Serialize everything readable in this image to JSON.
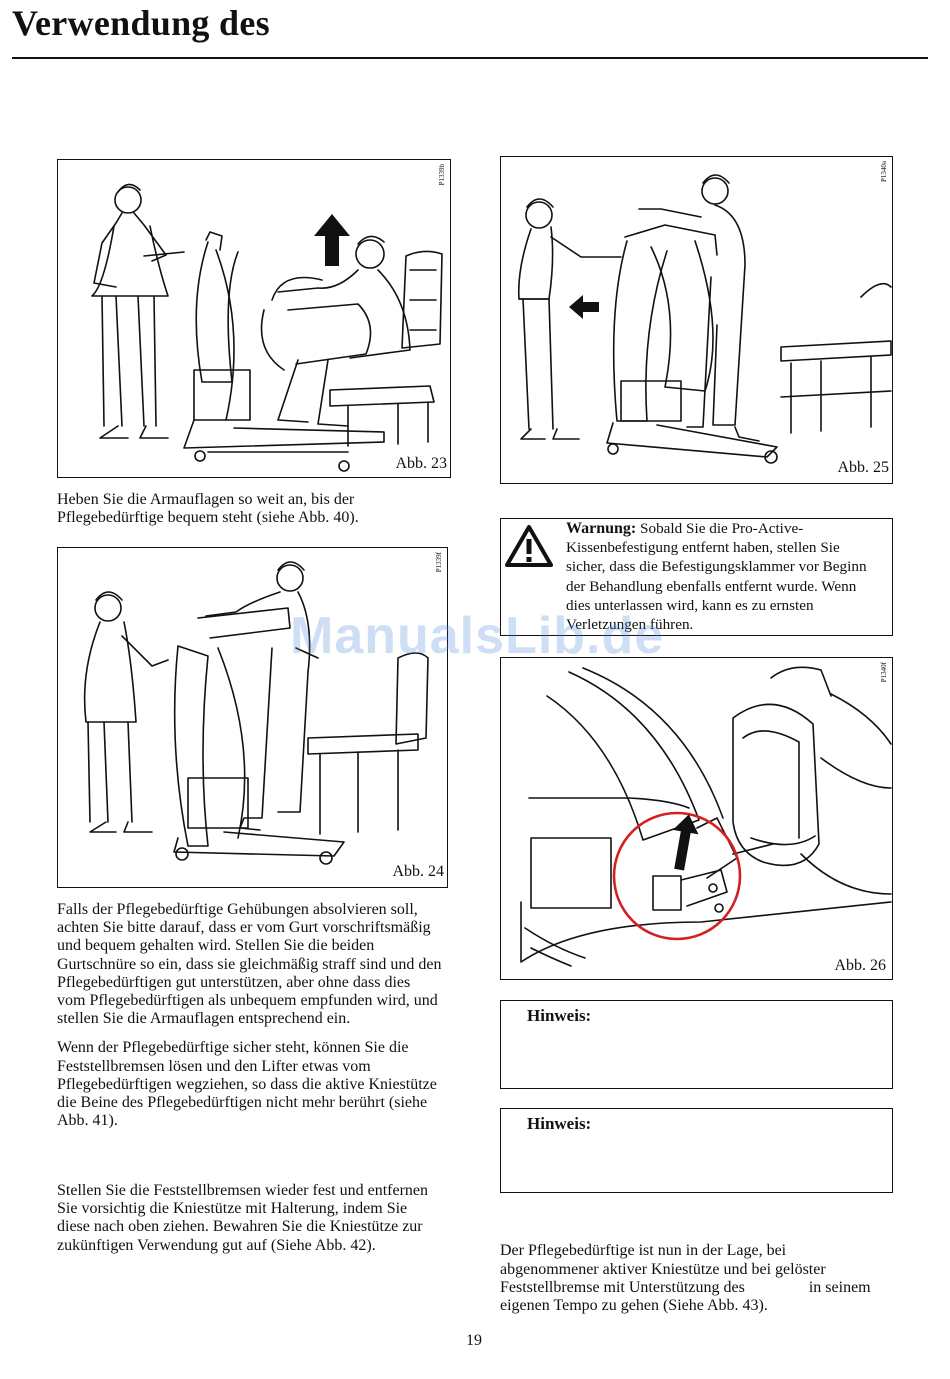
{
  "header": {
    "title": "Verwendung des"
  },
  "figures": {
    "abb23": {
      "caption": "Abb. 23",
      "code": "P1339b"
    },
    "abb24": {
      "caption": "Abb. 24",
      "code": "P1339f"
    },
    "abb25": {
      "caption": "Abb. 25",
      "code": "P1340a"
    },
    "abb26": {
      "caption": "Abb. 26",
      "code": "P1340f"
    }
  },
  "left": {
    "p1": "Heben Sie die Armauflagen so weit an, bis der Pflegebedürftige bequem steht (siehe Abb. 40).",
    "p2": "Falls der Pflegebedürftige Gehübungen absolvieren soll, achten Sie bitte darauf, dass er vom Gurt vorschriftsmäßig und bequem gehalten wird. Stellen Sie die beiden Gurtschnüre so ein, dass sie gleichmäßig straff sind und den Pflegebedürftigen gut unterstützen, aber ohne dass dies vom Pflegebedürftigen als unbequem empfunden wird, und stellen Sie die Armauflagen entsprechend ein.",
    "p3": "Wenn der Pflegebedürftige sicher steht, können Sie die Feststellbremsen lösen und den Lifter etwas vom Pflegebedürftigen wegziehen, so dass die aktive Kniestütze die Beine des Pflegebedürftigen nicht mehr berührt (siehe Abb. 41).",
    "p4": "Stellen Sie die Feststellbremsen wieder fest und entfernen Sie vorsichtig die Kniestütze mit Halterung, indem Sie diese nach oben ziehen. Bewahren Sie die Kniestütze zur zukünftigen Verwendung gut auf (Siehe Abb. 42)."
  },
  "warning": {
    "label": "Warnung:",
    "text": "Sobald Sie die Pro-Active-Kissenbefestigung entfernt haben, stellen Sie sicher, dass die Befestigungsklammer vor Beginn der Behandlung ebenfalls entfernt wurde. Wenn dies unterlassen wird, kann es zu ernsten Verletzungen führen."
  },
  "notes": [
    {
      "label": "Hinweis:"
    },
    {
      "label": "Hinweis:"
    }
  ],
  "right": {
    "p1": "Der Pflegebedürftige ist nun in der Lage, bei abgenommener aktiver Kniestütze und bei gelöster Feststellbremse mit Unterstützung des                in seinem eigenen Tempo zu gehen (Siehe Abb. 43)."
  },
  "watermark": "ManualsLib.de",
  "page_number": "19",
  "colors": {
    "highlight_circle": "#d42020",
    "watermark": "#508cdc"
  },
  "icons": [
    "warning-triangle-icon",
    "up-arrow-icon",
    "left-arrow-icon"
  ]
}
